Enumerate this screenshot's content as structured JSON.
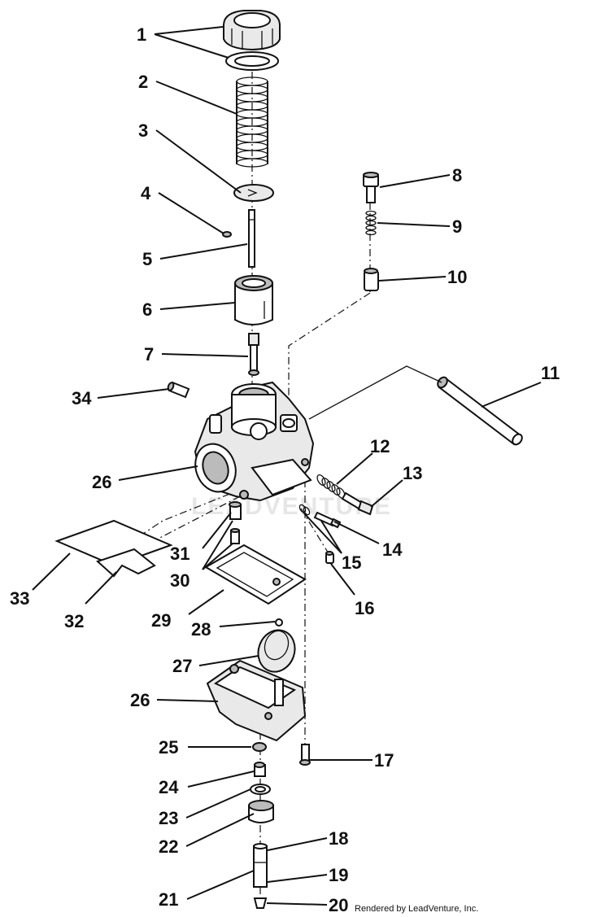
{
  "diagram": {
    "callouts": [
      {
        "id": "c1",
        "text": "1"
      },
      {
        "id": "c2",
        "text": "2"
      },
      {
        "id": "c3",
        "text": "3"
      },
      {
        "id": "c4",
        "text": "4"
      },
      {
        "id": "c5",
        "text": "5"
      },
      {
        "id": "c6",
        "text": "6"
      },
      {
        "id": "c7",
        "text": "7"
      },
      {
        "id": "c8",
        "text": "8"
      },
      {
        "id": "c9",
        "text": "9"
      },
      {
        "id": "c10",
        "text": "10"
      },
      {
        "id": "c11",
        "text": "11"
      },
      {
        "id": "c12",
        "text": "12"
      },
      {
        "id": "c13",
        "text": "13"
      },
      {
        "id": "c14",
        "text": "14"
      },
      {
        "id": "c15",
        "text": "15"
      },
      {
        "id": "c16",
        "text": "16"
      },
      {
        "id": "c17",
        "text": "17"
      },
      {
        "id": "c18",
        "text": "18"
      },
      {
        "id": "c19",
        "text": "19"
      },
      {
        "id": "c20",
        "text": "20"
      },
      {
        "id": "c21",
        "text": "21"
      },
      {
        "id": "c22",
        "text": "22"
      },
      {
        "id": "c23",
        "text": "23"
      },
      {
        "id": "c24",
        "text": "24"
      },
      {
        "id": "c25",
        "text": "25"
      },
      {
        "id": "c26a",
        "text": "26"
      },
      {
        "id": "c26b",
        "text": "26"
      },
      {
        "id": "c27",
        "text": "27"
      },
      {
        "id": "c28",
        "text": "28"
      },
      {
        "id": "c29",
        "text": "29"
      },
      {
        "id": "c30",
        "text": "30"
      },
      {
        "id": "c31",
        "text": "31"
      },
      {
        "id": "c32",
        "text": "32"
      },
      {
        "id": "c33",
        "text": "33"
      },
      {
        "id": "c34",
        "text": "34"
      }
    ],
    "watermark": "LEADVENTURE",
    "credit": "Rendered by LeadVenture, Inc."
  }
}
